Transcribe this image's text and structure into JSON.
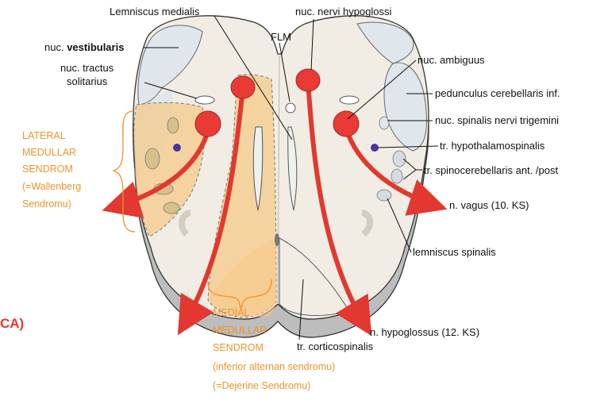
{
  "labels": {
    "lemniscus_medialis": "Lemniscus medialis",
    "nuc_nervi_hypoglossi": "nuc. nervi hypoglossi",
    "flm": "FLM",
    "nuc_vestibularis_prefix": "nuc. ",
    "nuc_vestibularis_bold": "vestibularis",
    "nuc_tractus_line1": "nuc. tractus",
    "nuc_tractus_line2": "solitarius",
    "nuc_ambiguus": "nuc. ambiguus",
    "pedunculus": "pedunculus cerebellaris inf.",
    "nuc_spinalis": "nuc. spinalis nervi trigemini",
    "tr_hypothalamospinalis": "tr. hypothalamospinalis",
    "tr_spinocerebellaris": "tr. spinocerebellaris ant. /post",
    "n_vagus": "n. vagus (10. KS)",
    "lemniscus_spinalis": "lemniscus spinalis",
    "n_hypoglossus": "n. hypoglossus (12. KS)",
    "tr_corticospinalis": "tr. corticospinalis",
    "cut_text": "CA)"
  },
  "lateral_syndrome": {
    "lines": [
      "LATERAL",
      "MEDULLAR",
      "SENDROM",
      "(=Wallenberg",
      "Sendromu)"
    ]
  },
  "medial_syndrome": {
    "lines": [
      "MEDİAL",
      "MEDULLAR",
      "SENDROM",
      "(inferior alternan sendromu)",
      "(=Dejerine Sendromu)"
    ]
  },
  "colors": {
    "outline": "#333333",
    "section_fill": "#f1ede4",
    "shadow": "#bdbdbd",
    "pale_blue": "#dfe7ec",
    "orange_zone": "#f6c98a",
    "nerve_red": "#e2382f",
    "nucleus_red": "#ea3a35",
    "dot_blue": "#4a35a0",
    "annotation_orange": "#f0922b"
  }
}
